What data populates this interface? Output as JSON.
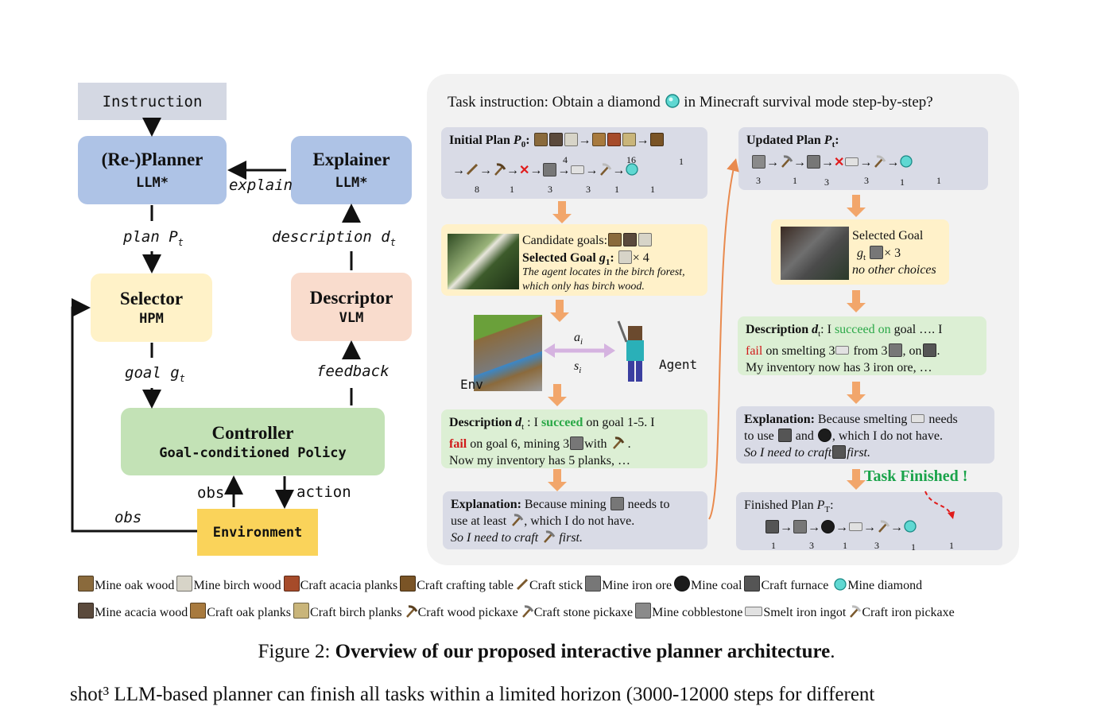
{
  "left": {
    "instruction": "Instruction",
    "planner_title": "(Re-)Planner",
    "planner_sub": "LLM*",
    "explainer_title": "Explainer",
    "explainer_sub": "LLM*",
    "selector_title": "Selector",
    "selector_sub": "HPM",
    "descriptor_title": "Descriptor",
    "descriptor_sub": "VLM",
    "controller_title": "Controller",
    "controller_sub": "Goal-conditioned Policy",
    "environment": "Environment",
    "label_explain": "explain",
    "label_plan": "plan",
    "label_plan_var": "P",
    "label_plan_sub": "t",
    "label_description": "description",
    "label_description_var": "d",
    "label_description_sub": "t",
    "label_goal": "goal",
    "label_goal_var": "g",
    "label_goal_sub": "t",
    "label_feedback": "feedback",
    "label_obs": "obs",
    "label_action": "action",
    "label_obs_loop": "obs"
  },
  "right": {
    "task_prefix": "Task instruction: Obtain a diamond",
    "task_suffix": "in Minecraft survival mode step-by-step?",
    "initial_plan_label": "Initial Plan",
    "initial_plan_var": "P",
    "initial_plan_sub": "0",
    "initial_row1_counts": [
      "4",
      "16",
      "1"
    ],
    "initial_row2_counts": [
      "8",
      "1",
      "3",
      "3",
      "1",
      "1"
    ],
    "candidate_label": "Candidate goals:",
    "selected_goal_label": "Selected Goal",
    "selected_goal_var": "g",
    "selected_goal_sub": "1",
    "selected_goal_times": "× 4",
    "candidate_note1": "The agent locates in the birch forest,",
    "candidate_note2": "which only has birch wood.",
    "env_label": "Env",
    "agent_label": "Agent",
    "action_var": "a",
    "action_sub": "i",
    "state_var": "s",
    "state_sub": "i",
    "desc1_label": "Description",
    "desc1_var": "d",
    "desc1_sub": "t",
    "desc1_p1": ": I",
    "desc1_succeed": "succeed",
    "desc1_p2": "on goal 1-5. I",
    "desc1_fail": "fail",
    "desc1_p3": "on goal 6, mining 3",
    "desc1_p4": "with",
    "desc1_p5": ".",
    "desc1_line3": "Now my inventory has 5 planks, …",
    "expl1_label": "Explanation:",
    "expl1_p1": "Because mining",
    "expl1_p2": "needs to",
    "expl1_p3": "use at least",
    "expl1_p4": ", which I do not have.",
    "expl1_p5": "So I need to craft",
    "expl1_p6": "first.",
    "updated_plan_label": "Updated Plan",
    "updated_plan_var": "P",
    "updated_plan_sub": "t",
    "updated_counts": [
      "3",
      "1",
      "3",
      "3",
      "1",
      "1"
    ],
    "sel2_label": "Selected Goal",
    "sel2_var": "g",
    "sel2_sub": "t",
    "sel2_times": "× 3",
    "sel2_note": "no other choices",
    "desc2_label": "Description",
    "desc2_var": "d",
    "desc2_sub": "t",
    "desc2_p1": ": I",
    "desc2_succeed": "succeed on",
    "desc2_p2": "goal …. I",
    "desc2_fail": "fail",
    "desc2_p3": "on smelting 3",
    "desc2_p4": "from 3",
    "desc2_p5": ", on",
    "desc2_p6": ".",
    "desc2_line3": "My inventory now has 3 iron ore, …",
    "expl2_label": "Explanation:",
    "expl2_p1": "Because smelting",
    "expl2_p2": "needs",
    "expl2_p3": "to use",
    "expl2_p4": "and",
    "expl2_p5": ", which I do not have.",
    "expl2_p6": "So I need to craft",
    "expl2_p7": "first.",
    "task_finished": "Task Finished !",
    "finished_label": "Finished Plan",
    "finished_var": "P",
    "finished_sub": "T",
    "finished_counts": [
      "1",
      "3",
      "1",
      "3",
      "1",
      "1"
    ]
  },
  "legend": {
    "row1": [
      "Mine oak wood",
      "Mine birch wood",
      "Craft acacia planks",
      "Craft crafting table",
      "Craft stick",
      "Mine iron ore",
      "Mine coal",
      "Craft furnace",
      "Mine diamond"
    ],
    "row2": [
      "Mine acacia wood",
      "Craft oak planks",
      "Craft birch planks",
      "Craft wood pickaxe",
      "Craft stone pickaxe",
      "Mine cobblestone",
      "Smelt iron ingot",
      "Craft iron pickaxe"
    ]
  },
  "caption": {
    "prefix": "Figure 2:",
    "bold": "Overview of our proposed interactive planner architecture",
    "suffix": "."
  },
  "body_text": "shot³ LLM-based planner can finish all tasks within a limited horizon (3000-12000 steps for different",
  "colors": {
    "planner": "#aec3e6",
    "explainer": "#aec3e6",
    "selector": "#fff2c8",
    "descriptor": "#f9dccd",
    "controller": "#c3e2b6",
    "environment": "#fad35a",
    "instruction": "#d4d8e3",
    "panel": "#f2f2f2",
    "arrow_orange": "#f2a66b",
    "task_finished": "#1aa34a"
  },
  "icons": [
    "oak-wood-icon",
    "birch-wood-icon",
    "acacia-planks-icon",
    "crafting-table-icon",
    "stick-icon",
    "iron-ore-icon",
    "coal-icon",
    "furnace-icon",
    "diamond-icon",
    "acacia-wood-icon",
    "oak-planks-icon",
    "birch-planks-icon",
    "wood-pickaxe-icon",
    "stone-pickaxe-icon",
    "cobblestone-icon",
    "iron-ingot-icon",
    "iron-pickaxe-icon"
  ]
}
